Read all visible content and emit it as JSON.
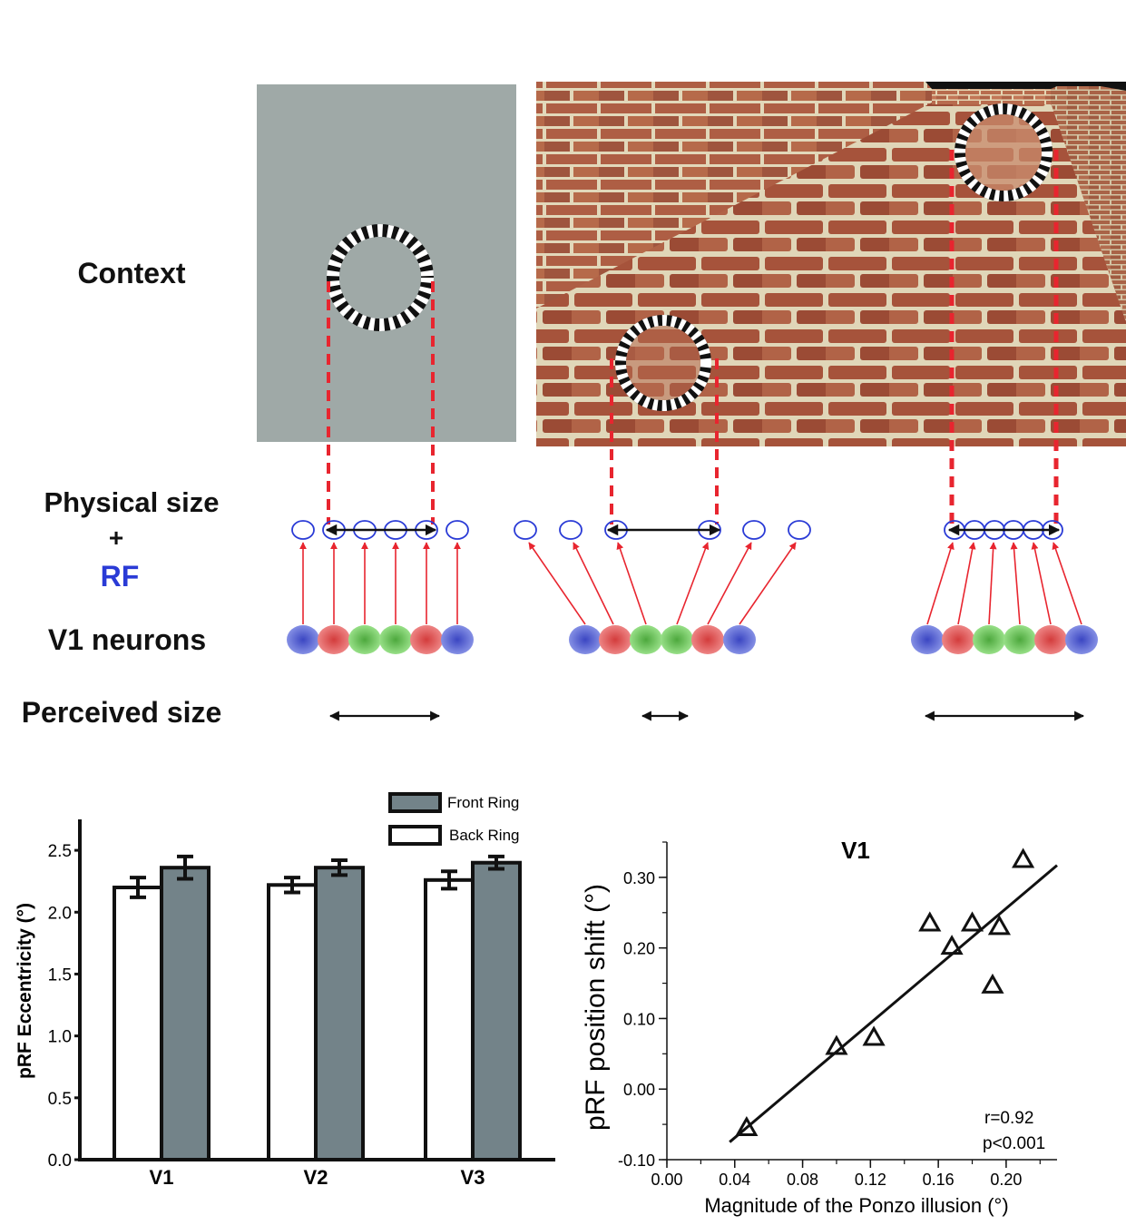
{
  "schematic": {
    "row_labels": {
      "context": "Context",
      "physical_size": "Physical size",
      "plus": "+",
      "rf": "RF",
      "v1_neurons": "V1 neurons",
      "perceived_size": "Perceived size"
    },
    "panels": [
      {
        "name": "gray-background",
        "perceived": "medium"
      },
      {
        "name": "corridor-front-ring",
        "perceived": "small"
      },
      {
        "name": "corridor-back-ring",
        "perceived": "large"
      }
    ],
    "colors": {
      "dashed_line": "#e8252f",
      "arrow_red": "#e8252f",
      "rf_circle": "#2a3bd6",
      "rf_text": "#2a3bd6",
      "gray_panel": "#9fa9a7",
      "brick": "#b5644a",
      "mortar": "#efe4c4",
      "neuron_blue": "#5e6ed8",
      "neuron_red": "#e15a5a",
      "neuron_green": "#6ccc5c"
    }
  },
  "chart_data": [
    {
      "type": "bar",
      "title": "",
      "ylabel": "pRF Eccentricity (°)",
      "xlabel": "",
      "categories": [
        "V1",
        "V2",
        "V3"
      ],
      "yticks": [
        "0.0",
        "0.5",
        "1.0",
        "1.5",
        "2.0",
        "2.5"
      ],
      "ylim": [
        0,
        2.75
      ],
      "legend": {
        "placement": "top-right"
      },
      "series": [
        {
          "name": "Back Ring",
          "values": [
            2.2,
            2.22,
            2.26
          ],
          "errors": [
            0.08,
            0.06,
            0.07
          ],
          "color": "#ffffff"
        },
        {
          "name": "Front Ring",
          "values": [
            2.36,
            2.36,
            2.4
          ],
          "errors": [
            0.09,
            0.06,
            0.05
          ],
          "color": "#738389"
        }
      ]
    },
    {
      "type": "scatter",
      "title": "V1",
      "xlabel": "Magnitude of the Ponzo illusion (°)",
      "ylabel": "pRF position shift (°)",
      "xticks": [
        "0.00",
        "0.04",
        "0.08",
        "0.12",
        "0.16",
        "0.20"
      ],
      "yticks": [
        "-0.10",
        "0.00",
        "0.10",
        "0.20",
        "0.30"
      ],
      "xlim": [
        0,
        0.23
      ],
      "ylim": [
        -0.1,
        0.35
      ],
      "points": [
        {
          "x": 0.047,
          "y": -0.055
        },
        {
          "x": 0.1,
          "y": 0.06
        },
        {
          "x": 0.122,
          "y": 0.073
        },
        {
          "x": 0.155,
          "y": 0.235
        },
        {
          "x": 0.168,
          "y": 0.202
        },
        {
          "x": 0.18,
          "y": 0.235
        },
        {
          "x": 0.196,
          "y": 0.23
        },
        {
          "x": 0.192,
          "y": 0.147
        },
        {
          "x": 0.21,
          "y": 0.325
        }
      ],
      "fit_line": {
        "x": [
          0.037,
          0.23
        ],
        "y": [
          -0.075,
          0.317
        ]
      },
      "annotations": [
        "r=0.92",
        "p<0.001"
      ]
    }
  ]
}
